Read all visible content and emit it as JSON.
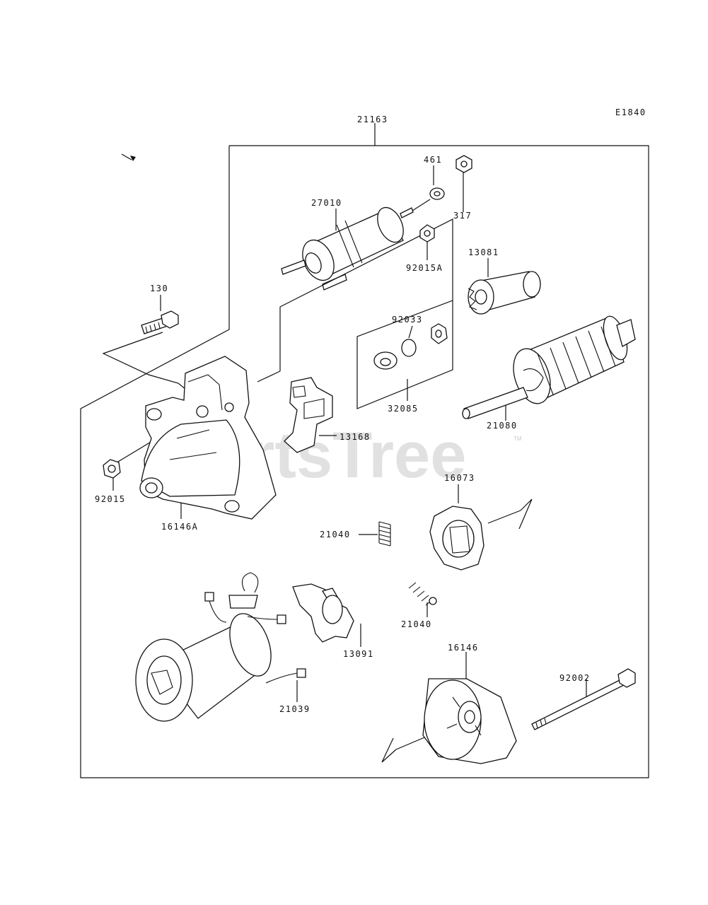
{
  "diagram_code": "E1840",
  "watermark": "PartsTree",
  "watermark_tm": "TM",
  "parts": {
    "p21163": "21163",
    "p461": "461",
    "p317": "317",
    "p27010": "27010",
    "p92015A": "92015A",
    "p13081": "13081",
    "p130": "130",
    "p92033": "92033",
    "p32085": "32085",
    "p21080": "21080",
    "p13168": "13168",
    "p92015": "92015",
    "p16146A": "16146A",
    "p16073": "16073",
    "p21040a": "21040",
    "p21040b": "21040",
    "p13091": "13091",
    "p21039": "21039",
    "p16146": "16146",
    "p92002": "92002"
  }
}
